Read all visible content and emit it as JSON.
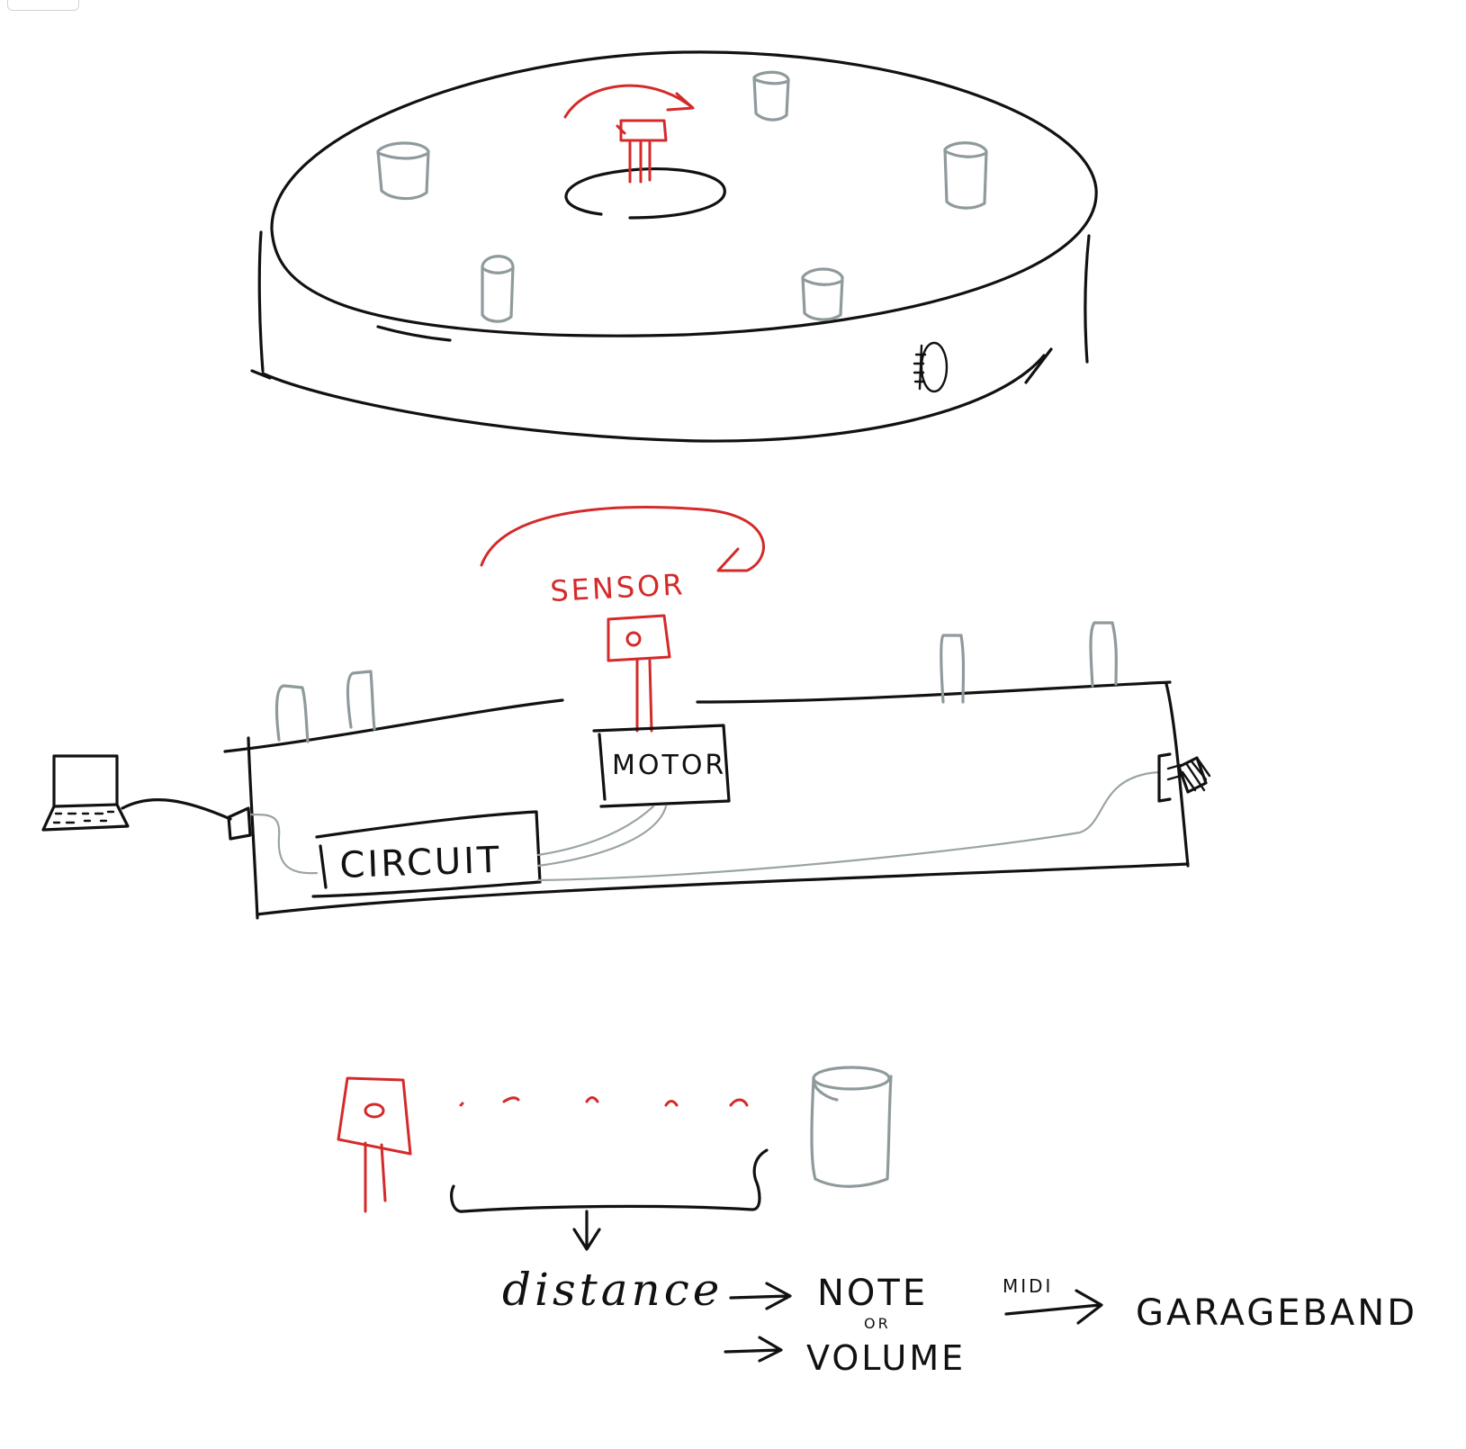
{
  "labels": {
    "sensor": "SENSOR",
    "motor": "MOTOR",
    "circuit": "CIRCUIT",
    "distance": "distance",
    "note": "NOTE",
    "or": "OR",
    "volume": "VOLUME",
    "midi": "MIDI",
    "garageband": "GARAGEBAND"
  },
  "colors": {
    "ink": "#111111",
    "sensor_red": "#d42a2a",
    "object_gray": "#8f9a9c",
    "background": "#ffffff"
  },
  "icons": {
    "laptop": "laptop-icon",
    "speaker": "speaker-icon",
    "knob": "knob-icon"
  }
}
